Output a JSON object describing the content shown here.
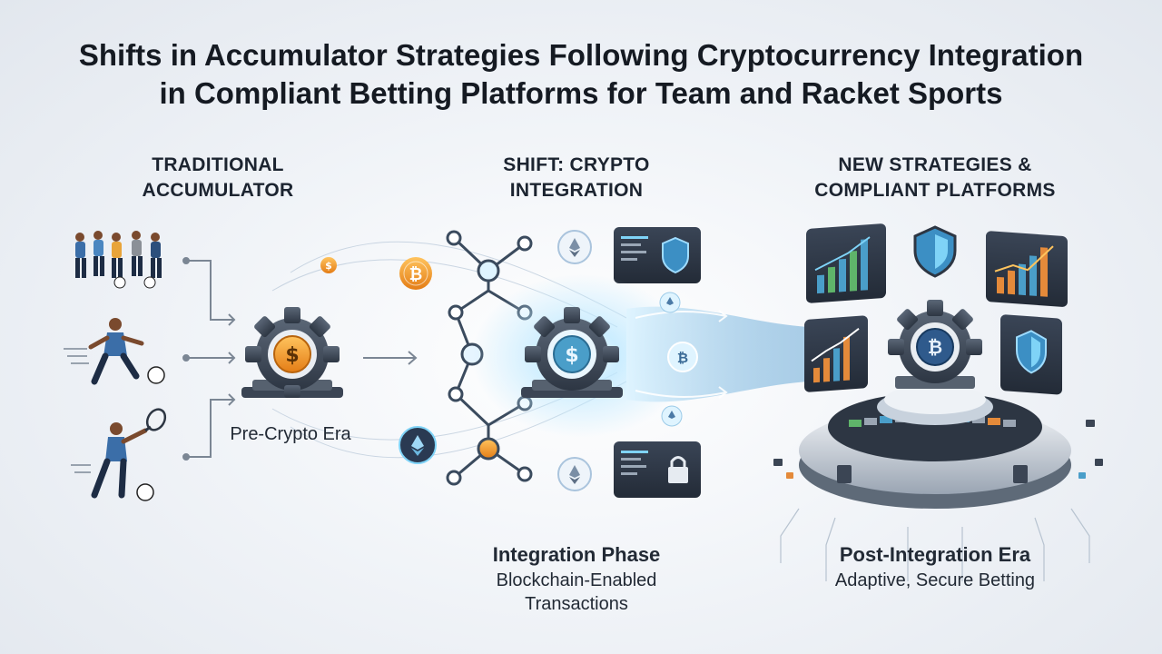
{
  "title": {
    "line1": "Shifts in Accumulator Strategies Following Cryptocurrency Integration",
    "line2": "in Compliant Betting Platforms for Team and Racket Sports"
  },
  "stages": [
    {
      "heading_line1": "TRADITIONAL",
      "heading_line2": "ACCUMULATOR",
      "caption": "Pre-Crypto Era"
    },
    {
      "heading_line1": "SHIFT: CRYPTO",
      "heading_line2": "INTEGRATION",
      "caption": "Integration Phase",
      "subcaption_line1": "Blockchain-Enabled",
      "subcaption_line2": "Transactions"
    },
    {
      "heading_line1": "NEW STRATEGIES &",
      "heading_line2": "COMPLIANT PLATFORMS",
      "caption": "Post-Integration Era",
      "subcaption_line1": "Adaptive, Secure Betting"
    }
  ],
  "icons": {
    "stage1_gear": "dollar-gear-icon",
    "stage2_gear": "dollar-gear-icon",
    "stage3_gear": "bitcoin-gear-icon",
    "coins": [
      "bitcoin-icon",
      "ethereum-icon"
    ],
    "security": [
      "shield-icon",
      "lock-icon"
    ]
  },
  "colors": {
    "accent_blue": "#2f6fa8",
    "coin_orange": "#f29a2e",
    "glow_cyan": "#7fd3f7",
    "dark_panel": "#2a3443"
  }
}
